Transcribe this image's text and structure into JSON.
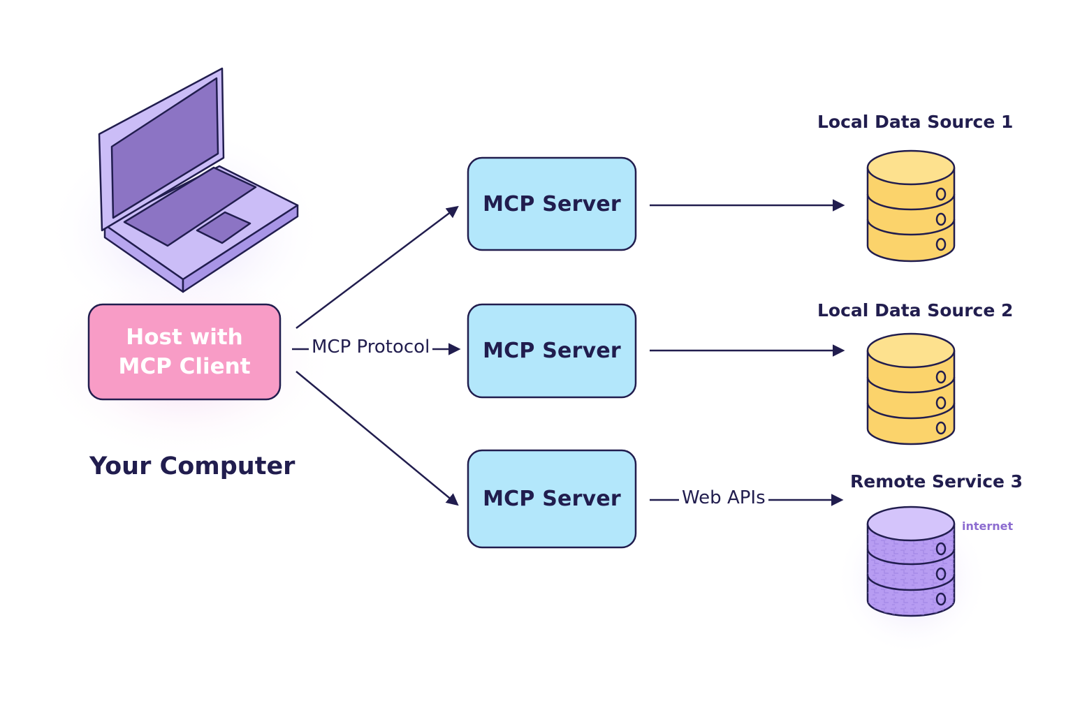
{
  "host": {
    "line1": "Host with",
    "line2": "MCP Client",
    "caption": "Your Computer"
  },
  "connections": {
    "protocol_label": "MCP Protocol",
    "web_label": "Web APIs"
  },
  "servers": [
    {
      "label": "MCP Server"
    },
    {
      "label": "MCP Server"
    },
    {
      "label": "MCP Server"
    }
  ],
  "data_sources": [
    {
      "title": "Local Data Source 1",
      "color": "#fbd36b"
    },
    {
      "title": "Local Data Source 2",
      "color": "#fbd36b"
    },
    {
      "title": "Remote Service 3",
      "color": "#b79cf2",
      "tag": "internet"
    }
  ],
  "colors": {
    "stroke": "#211d4e",
    "server_fill": "#b3e7fb",
    "host_fill": "#f89cc6",
    "laptop_fill": "#8c74c4",
    "laptop_light": "#cbbdf7"
  },
  "icons": {
    "laptop": "laptop-icon",
    "database": "database-icon"
  }
}
